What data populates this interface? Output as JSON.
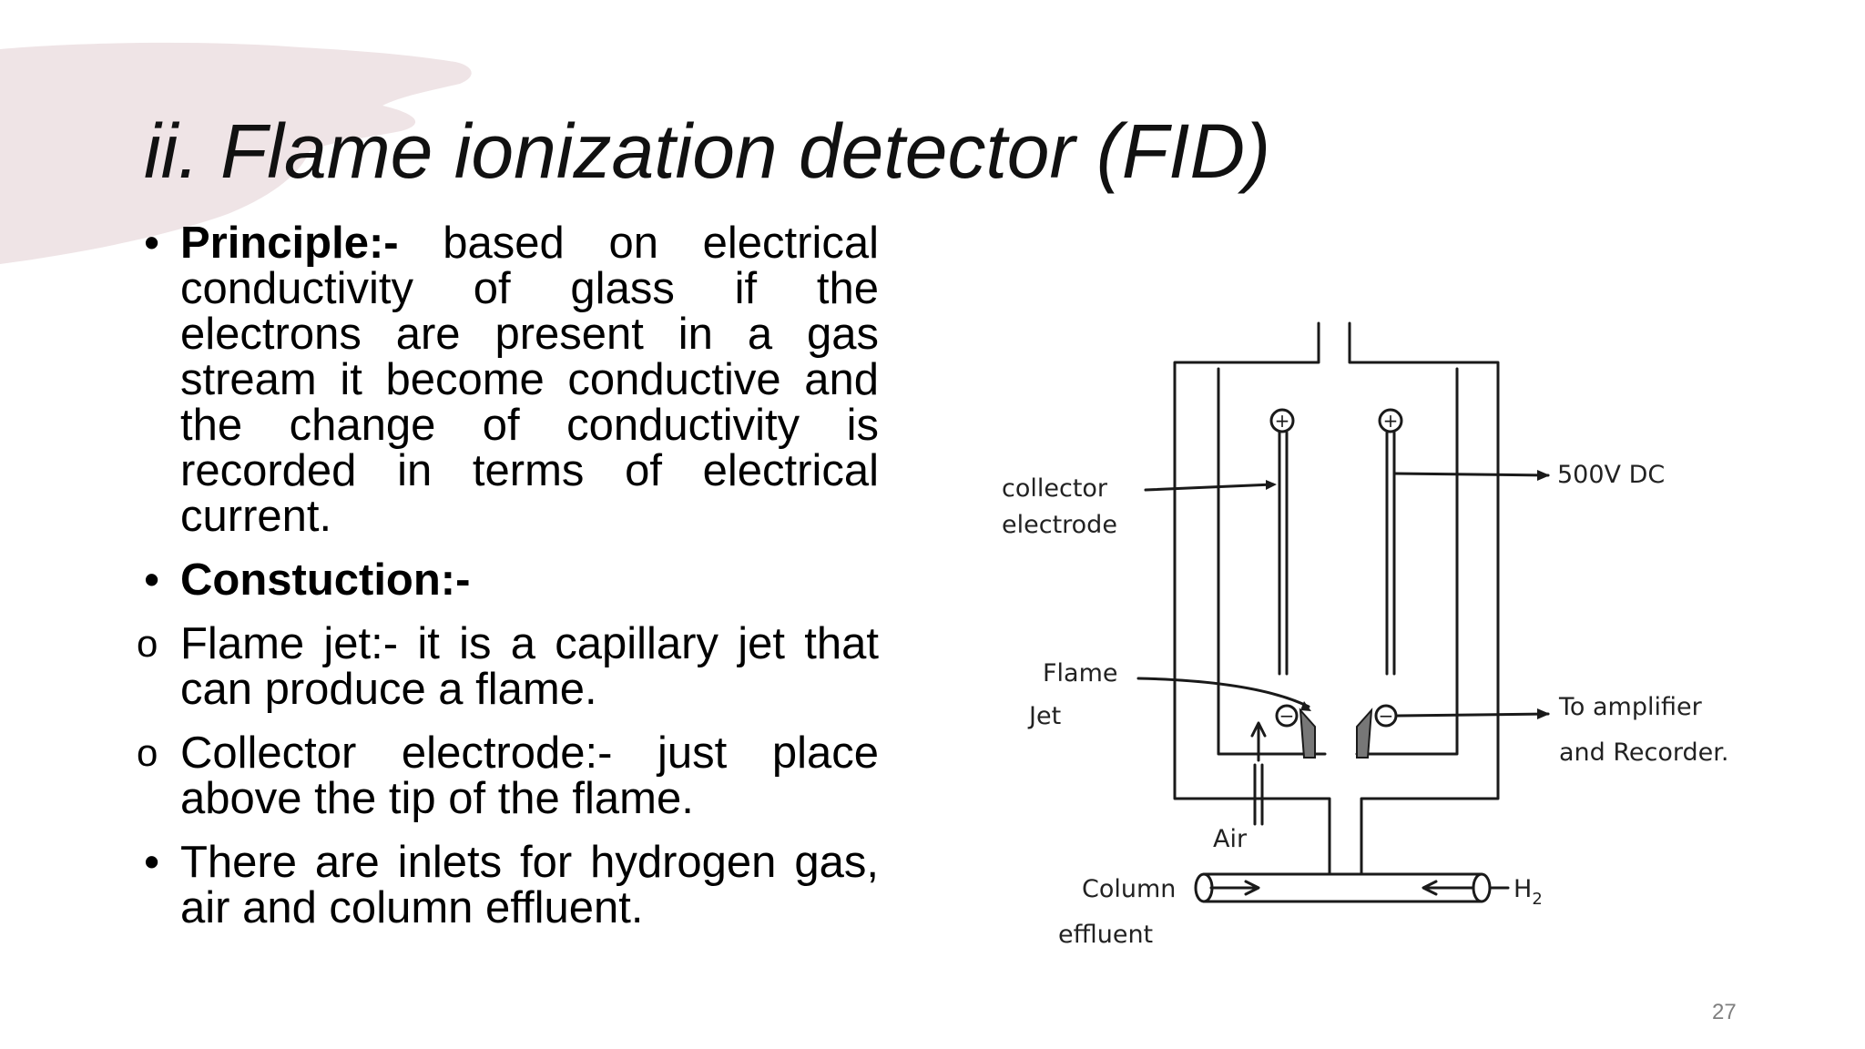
{
  "slide": {
    "title": "ii. Flame ionization detector  (FID)",
    "page_number": "27",
    "accent_color": "#efe4e6"
  },
  "bullets": [
    {
      "marker": "•",
      "bold": "Principle:-",
      "text": " based on electrical conductivity of glass if the electrons are present in a gas stream it become conductive and the change of conductivity is recorded in terms of electrical current."
    },
    {
      "marker": "•",
      "bold": "Constuction:-",
      "text": ""
    },
    {
      "marker": "o",
      "bold": "",
      "text": "Flame jet:- it is a capillary jet that can produce a flame."
    },
    {
      "marker": "o",
      "bold": "",
      "text": "Collector electrode:- just place above the tip of the flame."
    },
    {
      "marker": "•",
      "bold": "",
      "text": "There are inlets for hydrogen gas, air and column effluent."
    }
  ],
  "diagram": {
    "plus_symbol": "+",
    "minus_symbol": "−",
    "collector_label_1": "collector",
    "collector_label_2": "electrode",
    "voltage_label": "500V DC",
    "flame_label_1": "Flame",
    "flame_label_2": "Jet",
    "amplifier_label_1": "To amplifier",
    "amplifier_label_2": "and Recorder.",
    "air_label": "Air",
    "column_label_1": "Column",
    "column_label_2": "effluent",
    "h2_label": "H",
    "h2_sub": "2"
  }
}
